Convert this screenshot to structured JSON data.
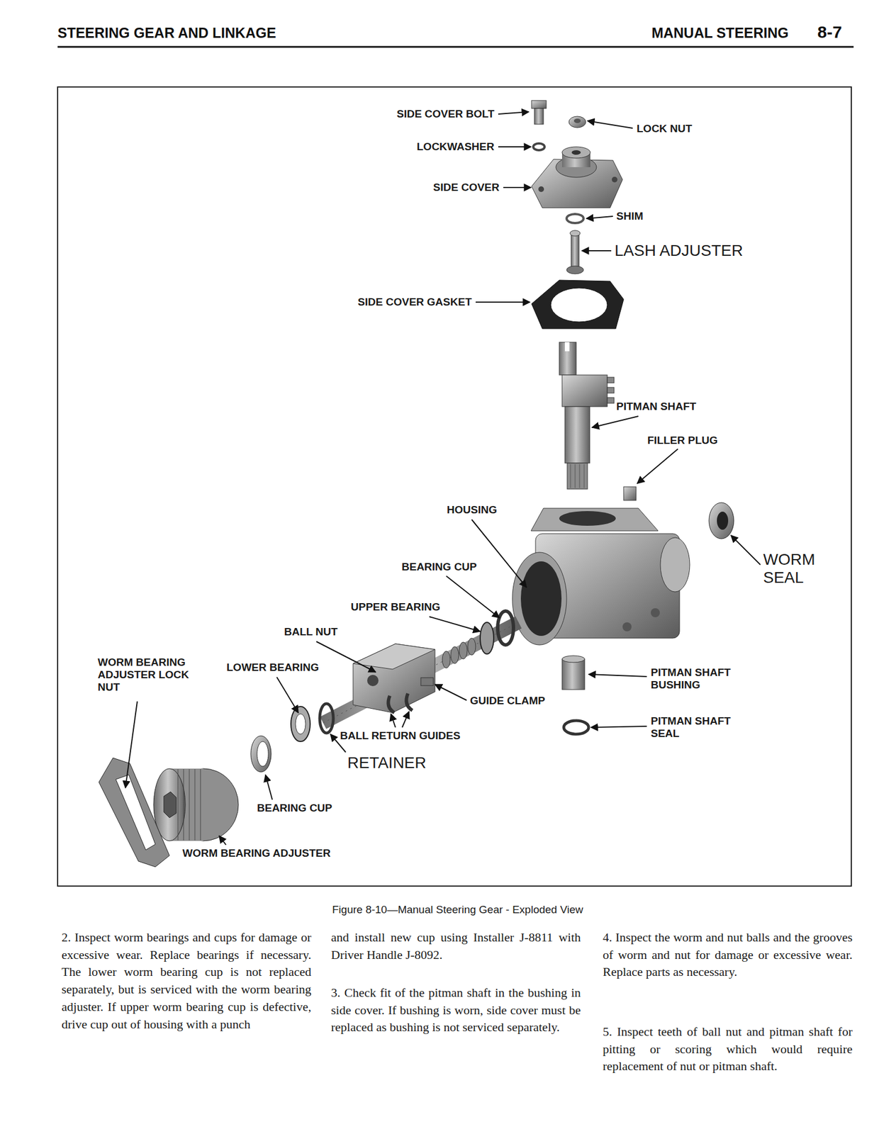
{
  "diagram": {
    "caption": "Figure 8-10—Manual Steering Gear - Exploded View",
    "labels": [
      "STEERING GEAR AND LINKAGE",
      "MANUAL STEERING",
      "8-7",
      "SIDE COVER BOLT",
      "LOCK NUT",
      "LOCKWASHER",
      "SIDE COVER",
      "SHIM",
      "LASH ADJUSTER",
      "SIDE COVER GASKET",
      "PITMAN SHAFT",
      "FILLER PLUG",
      "HOUSING",
      "WORM SEAL",
      "BEARING CUP",
      "UPPER BEARING",
      "BALL NUT",
      "WORM BEARING ADJUSTER LOCK NUT",
      "LOWER BEARING",
      "GUIDE CLAMP",
      "PITMAN SHAFT BUSHING",
      "PITMAN SHAFT SEAL",
      "BALL RETURN GUIDES",
      "RETAINER",
      "BEARING CUP",
      "WORM BEARING ADJUSTER",
      "2. Inspect worm bearings and cups for damage or excessive wear. Replace bearings if necessary. The lower worm bearing cup is not replaced separately, but is serviced with the worm bearing adjuster. If upper worm bearing cup is defective, drive cup out of housing with a punch",
      "and install new cup using Installer J-8811 with Driver Handle J-8092.",
      "3. Check fit of the pitman shaft in the bushing in side cover. If bushing is worn, side cover must be replaced as bushing is not serviced separately.",
      "4. Inspect the worm and nut balls and the grooves of worm and nut for damage or excessive wear. Replace parts as necessary.",
      "5. Inspect teeth of ball nut and pitman shaft for pitting or scoring which would require replacement of nut or pitman shaft."
    ]
  }
}
